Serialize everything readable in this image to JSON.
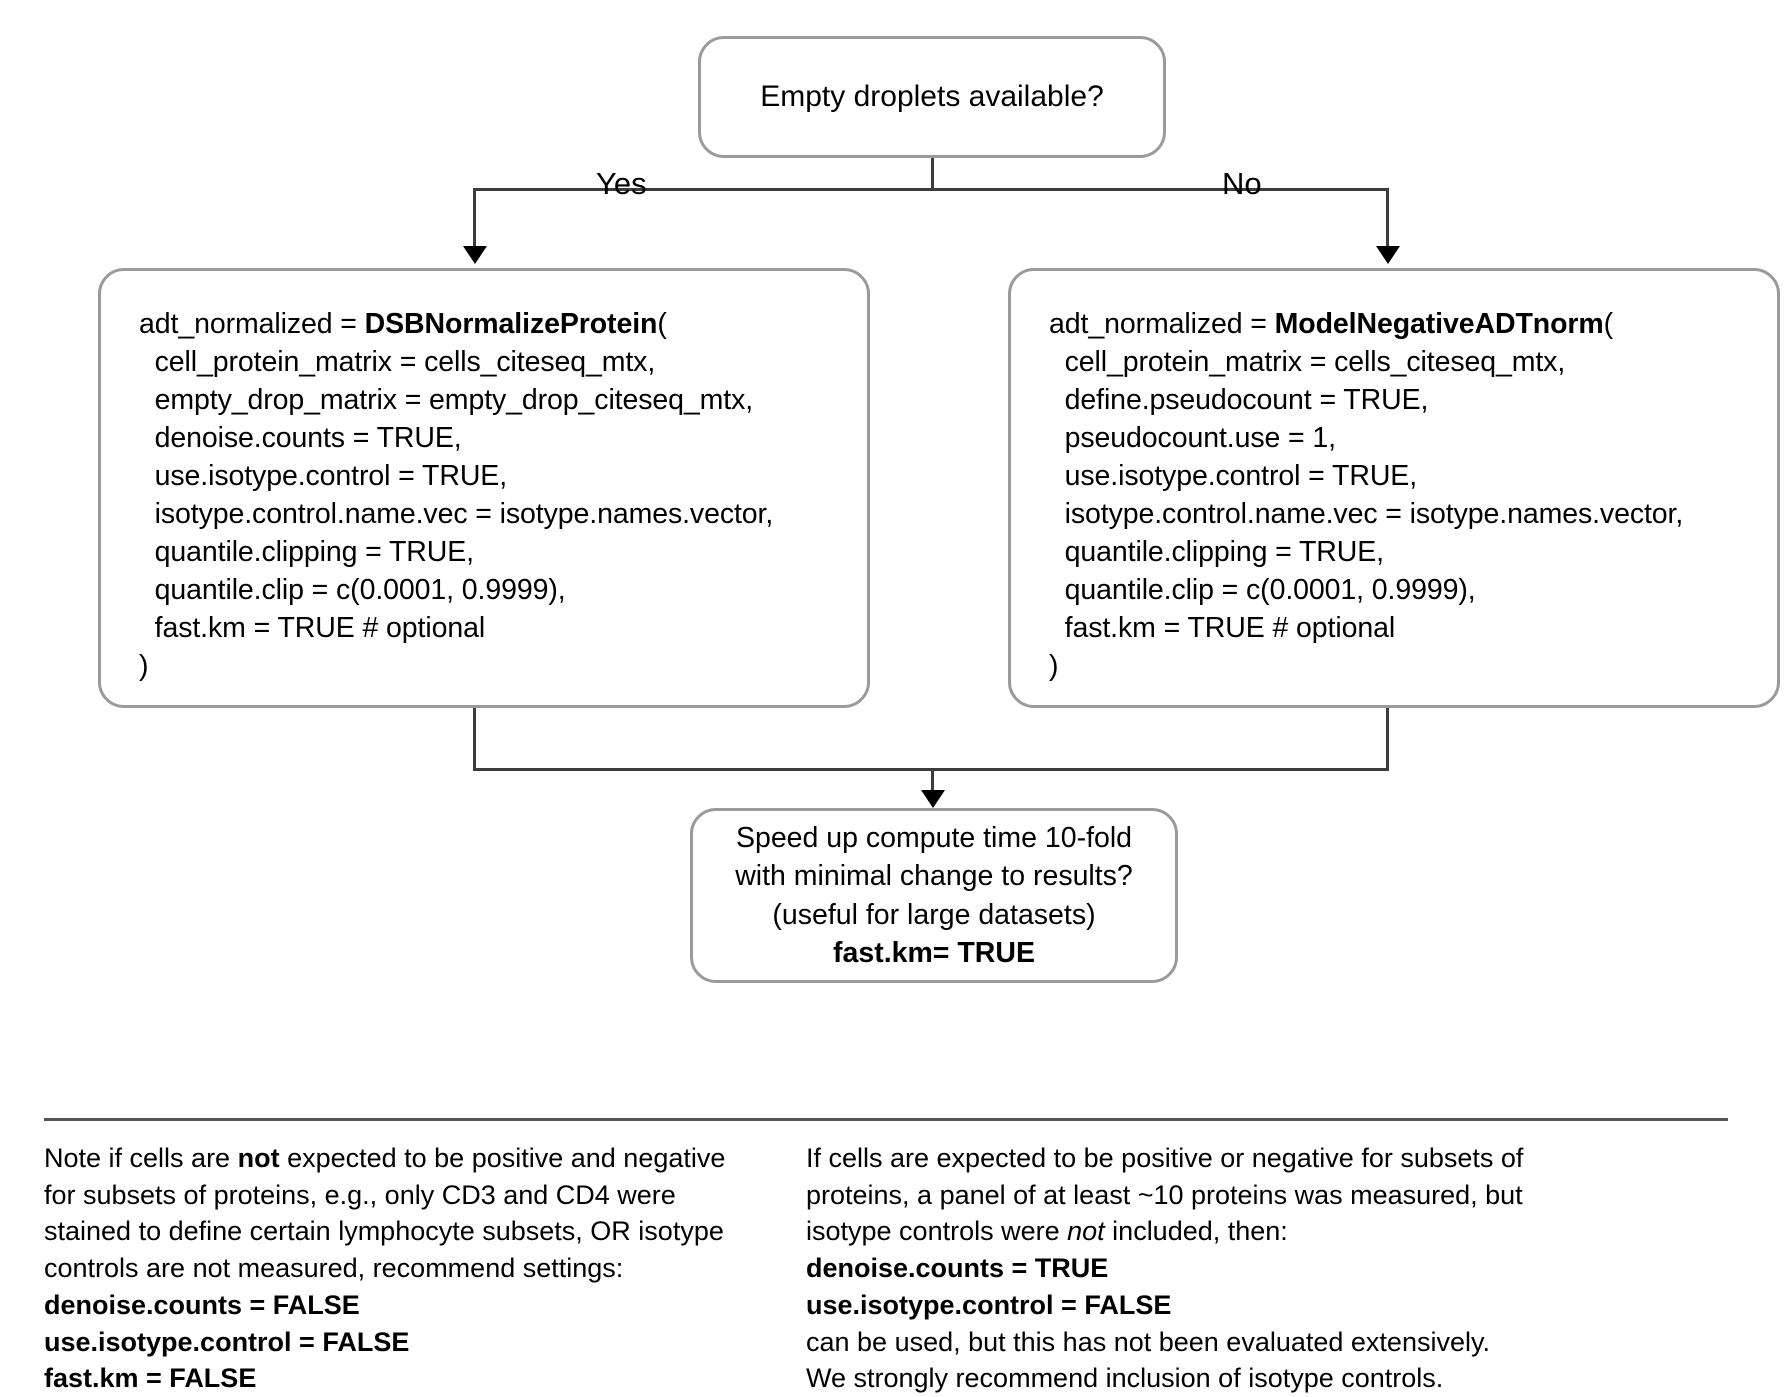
{
  "diagram": {
    "title_node": {
      "id": "empty-droplets-question",
      "text": "Empty droplets available?"
    },
    "edges": [
      {
        "id": "yes-edge",
        "label": "Yes"
      },
      {
        "id": "no-edge",
        "label": "No"
      }
    ],
    "left_code_node": {
      "id": "dsb-normalize-protein",
      "assignment": "adt_normalized = ",
      "function_name": "DSBNormalizeProtein",
      "open_paren": "(",
      "args": [
        "  cell_protein_matrix = cells_citeseq_mtx,",
        "  empty_drop_matrix = empty_drop_citeseq_mtx,",
        "  denoise.counts = TRUE,",
        "  use.isotype.control = TRUE,",
        "  isotype.control.name.vec = isotype.names.vector,",
        "  quantile.clipping = TRUE,",
        "  quantile.clip = c(0.0001, 0.9999),",
        "  fast.km = TRUE # optional"
      ],
      "close_paren": ")"
    },
    "right_code_node": {
      "id": "model-negative-adt-norm",
      "assignment": "adt_normalized = ",
      "function_name": "ModelNegativeADTnorm",
      "open_paren": "(",
      "args": [
        "  cell_protein_matrix = cells_citeseq_mtx,",
        "  define.pseudocount = TRUE,",
        "  pseudocount.use = 1,",
        "  use.isotype.control = TRUE,",
        "  isotype.control.name.vec = isotype.names.vector,",
        "  quantile.clipping = TRUE,",
        "  quantile.clip = c(0.0001, 0.9999),",
        "  fast.km = TRUE # optional"
      ],
      "close_paren": ")"
    },
    "speed_node": {
      "id": "speed-up-compute-question",
      "line1": "Speed up compute time 10-fold",
      "line2": "with minimal change to results?",
      "line3": "(useful for large datasets)",
      "line4_bold": "fast.km= TRUE"
    }
  },
  "notes": {
    "left": {
      "lines": [
        {
          "parts": [
            {
              "t": "Note if cells are ",
              "style": "normal"
            },
            {
              "t": "not",
              "style": "bold"
            },
            {
              "t": " expected to be positive and negative",
              "style": "normal"
            }
          ]
        },
        {
          "parts": [
            {
              "t": "for subsets of proteins, e.g., only CD3 and CD4 were",
              "style": "normal"
            }
          ]
        },
        {
          "parts": [
            {
              "t": "stained to define certain lymphocyte subsets, OR isotype",
              "style": "normal"
            }
          ]
        },
        {
          "parts": [
            {
              "t": "controls are not measured, recommend settings:",
              "style": "normal"
            }
          ]
        },
        {
          "parts": [
            {
              "t": "denoise.counts = FALSE",
              "style": "bold"
            }
          ]
        },
        {
          "parts": [
            {
              "t": "use.isotype.control = FALSE",
              "style": "bold"
            }
          ]
        },
        {
          "parts": [
            {
              "t": "fast.km = FALSE",
              "style": "bold"
            }
          ]
        }
      ]
    },
    "right": {
      "lines": [
        {
          "parts": [
            {
              "t": "If cells are expected to be positive or negative for subsets of",
              "style": "normal"
            }
          ]
        },
        {
          "parts": [
            {
              "t": "proteins, a panel of at least ~10 proteins was measured, but",
              "style": "normal"
            }
          ]
        },
        {
          "parts": [
            {
              "t": "isotype controls were ",
              "style": "normal"
            },
            {
              "t": "not",
              "style": "italic"
            },
            {
              "t": " included, then:",
              "style": "normal"
            }
          ]
        },
        {
          "parts": [
            {
              "t": "denoise.counts = TRUE",
              "style": "bold"
            }
          ]
        },
        {
          "parts": [
            {
              "t": "use.isotype.control = FALSE",
              "style": "bold"
            }
          ]
        },
        {
          "parts": [
            {
              "t": "can be used, but this has not been evaluated extensively.",
              "style": "normal"
            }
          ]
        },
        {
          "parts": [
            {
              "t": "We strongly recommend inclusion of isotype controls.",
              "style": "normal"
            }
          ]
        }
      ]
    }
  },
  "colors": {
    "node_border": "#9a9a9a",
    "connector": "#3c3c3c",
    "arrow": "#000000",
    "rule": "#555555",
    "text": "#000000",
    "background": "#ffffff"
  }
}
